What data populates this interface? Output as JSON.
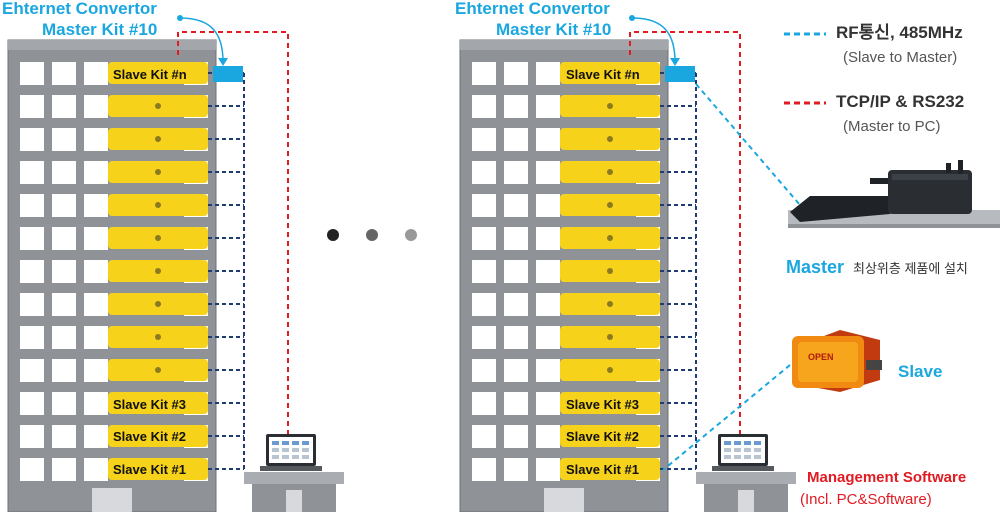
{
  "colors": {
    "building_fill": "#8f9398",
    "building_edge": "#6e7277",
    "window": "#ffffff",
    "kit_yellow": "#f7d21a",
    "converter_blue": "#1aa7e0",
    "rf_line": "#1aa7e0",
    "tcp_line": "#e21b23",
    "link_line": "#1f3b73",
    "dot_dark": "#222222",
    "dot_mid": "#666666",
    "dot_light": "#999999"
  },
  "left_building": {
    "converter_title": "Ehternet Convertor",
    "master_label": "Master Kit #10",
    "kit_top": "Slave Kit #n",
    "kit_3": "Slave Kit #3",
    "kit_2": "Slave Kit #2",
    "kit_1": "Slave Kit #1"
  },
  "right_building": {
    "converter_title": "Ehternet Convertor",
    "master_label": "Master Kit #10",
    "kit_top": "Slave Kit #n",
    "kit_3": "Slave Kit #3",
    "kit_2": "Slave Kit #2",
    "kit_1": "Slave Kit #1"
  },
  "legend": {
    "rf_title": "RF통신, 485MHz",
    "rf_sub": "(Slave to Master)",
    "tcp_title": "TCP/IP & RS232",
    "tcp_sub": "(Master to PC)"
  },
  "master": {
    "label": "Master",
    "note": "최상위층 제품에 설치"
  },
  "slave": {
    "label": "Slave",
    "device_text": "OPEN"
  },
  "software": {
    "title": "Management Software",
    "sub": "(Incl. PC&Software)"
  },
  "icons": [
    "building-icon",
    "laptop-icon",
    "master-device-icon",
    "slave-device-icon",
    "ellipsis-dots-icon"
  ]
}
